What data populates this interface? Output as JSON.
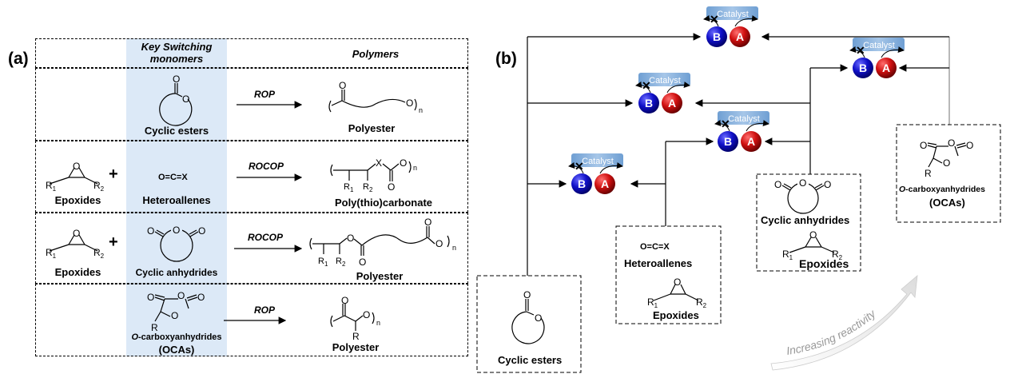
{
  "panel_a": {
    "label": "(a)",
    "headers": {
      "monomers": "Key Switching monomers",
      "monomers_line1": "Key Switching",
      "monomers_line2": "monomers",
      "polymers": "Polymers"
    },
    "rows": [
      {
        "comonomer": "",
        "monomer": "Cyclic esters",
        "reaction": "ROP",
        "polymer": "Polyester"
      },
      {
        "comonomer": "Epoxides",
        "plus": "+",
        "monomer_formula": "O=C=X",
        "monomer": "Heteroallenes",
        "reaction": "ROCOP",
        "polymer": "Poly(thio)carbonate"
      },
      {
        "comonomer": "Epoxides",
        "plus": "+",
        "monomer": "Cyclic anhydrides",
        "reaction": "ROCOP",
        "polymer": "Polyester"
      },
      {
        "comonomer": "",
        "monomer_prefix": "O",
        "monomer": "-carboxyanhydrides",
        "monomer_abbr": "(OCAs)",
        "reaction": "ROP",
        "polymer": "Polyester"
      }
    ],
    "atoms": {
      "O": "O",
      "X": "X",
      "R": "R",
      "R1": "R",
      "R2": "R",
      "sub1": "1",
      "sub2": "2",
      "n": "n"
    },
    "highlight_color": "#dce9f7"
  },
  "panel_b": {
    "label": "(b)",
    "catalyst_label": "Catalyst",
    "site_b": "B",
    "site_a": "A",
    "colors": {
      "site_b": "#1010c8",
      "site_a": "#d01010",
      "catalyst": "#7aa9d8"
    },
    "boxes": {
      "cyclic_esters": "Cyclic esters",
      "heteroallenes_formula": "O=C=X",
      "heteroallenes": "Heteroallenes",
      "epoxides": "Epoxides",
      "cyclic_anhydrides": "Cyclic anhydrides",
      "epoxides2": "Epoxides",
      "ocas_prefix": "O",
      "ocas": "-carboxyanhydrides",
      "ocas_abbr": "(OCAs)"
    },
    "trend_label": "Increasing reactivity"
  }
}
